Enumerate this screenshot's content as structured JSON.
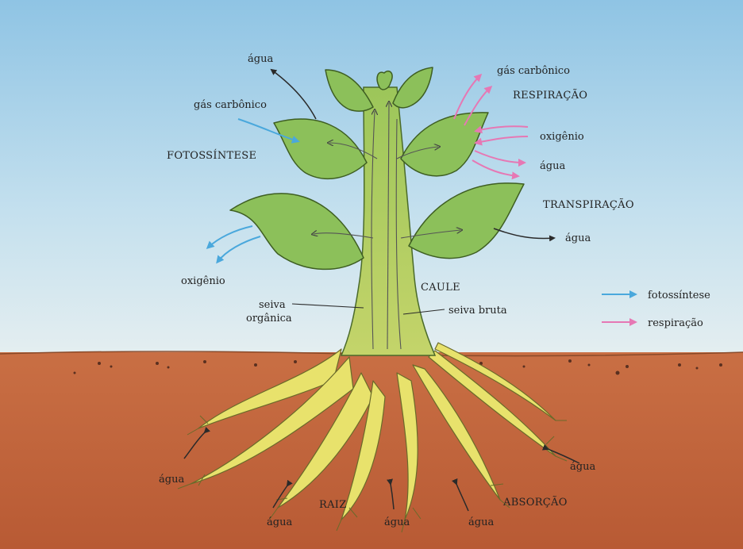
{
  "labels": {
    "agua_top": "água",
    "gas_carbonico_left": "gás carbônico",
    "fotossintese": "FOTOSSÍNTESE",
    "oxigenio_left": "oxigênio",
    "gas_carbonico_right": "gás carbônico",
    "respiracao": "RESPIRAÇÃO",
    "oxigenio_right": "oxigênio",
    "agua_right_top": "água",
    "transpiracao": "TRANSPIRAÇÃO",
    "agua_transpiracao": "água",
    "caule": "CAULE",
    "seiva_organica_1": "seiva",
    "seiva_organica_2": "orgânica",
    "seiva_bruta": "seiva bruta",
    "raiz": "RAIZ",
    "absorcao": "ABSORÇÃO",
    "agua_root_left": "água",
    "agua_root_bl": "água",
    "agua_root_bc": "água",
    "agua_root_br": "água",
    "agua_root_right": "água"
  },
  "legend": {
    "items": [
      {
        "label": "fotossíntese",
        "color": "#4aa8dc"
      },
      {
        "label": "respiração",
        "color": "#e678b4"
      }
    ]
  },
  "colors": {
    "sky": "#9ccbe6",
    "soil": "#c86a3e",
    "leaf": "#8cc05a",
    "stem": "#a6cc62",
    "root": "#e6e26e",
    "photosynthesis_arrow": "#4aa8dc",
    "respiration_arrow": "#e678b4",
    "water_arrow": "#2a2a2a"
  }
}
